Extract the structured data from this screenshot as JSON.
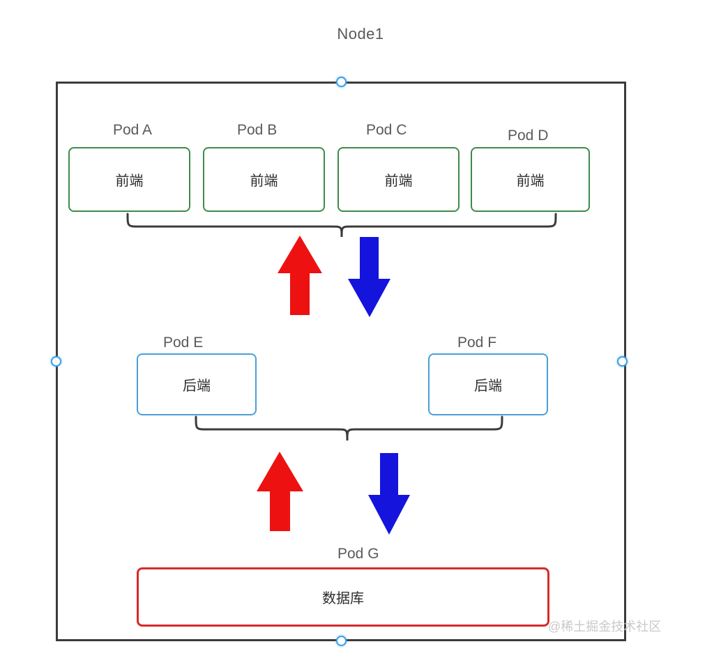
{
  "diagram": {
    "title": "Node1",
    "watermark": "@稀土掘金技术社区",
    "border_color": "#3b3b3b",
    "handle_color": "#3aa0e8",
    "colors": {
      "frontend_border": "#3d8b48",
      "backend_border": "#4a9fd8",
      "database_border": "#d62b2b",
      "arrow_up": "#ee1111",
      "arrow_down": "#1414dd",
      "brace": "#3b3b3b",
      "title_text": "#595959",
      "label_text": "#5a5a5a",
      "watermark_text": "#c9c9c9"
    },
    "tiers": [
      {
        "name": "frontend-tier",
        "pods": [
          {
            "label": "Pod A",
            "content": "前端",
            "type": "frontend"
          },
          {
            "label": "Pod B",
            "content": "前端",
            "type": "frontend"
          },
          {
            "label": "Pod C",
            "content": "前端",
            "type": "frontend"
          },
          {
            "label": "Pod D",
            "content": "前端",
            "type": "frontend"
          }
        ]
      },
      {
        "name": "backend-tier",
        "pods": [
          {
            "label": "Pod E",
            "content": "后端",
            "type": "backend"
          },
          {
            "label": "Pod F",
            "content": "后端",
            "type": "backend"
          }
        ]
      },
      {
        "name": "database-tier",
        "pods": [
          {
            "label": "Pod G",
            "content": "数据库",
            "type": "database"
          }
        ]
      }
    ],
    "flows": [
      {
        "name": "frontend-to-backend-up",
        "direction": "up",
        "color": "#ee1111"
      },
      {
        "name": "backend-to-frontend-down",
        "direction": "down",
        "color": "#1414dd"
      },
      {
        "name": "backend-to-database-up",
        "direction": "up",
        "color": "#ee1111"
      },
      {
        "name": "database-to-backend-down",
        "direction": "down",
        "color": "#1414dd"
      }
    ]
  }
}
